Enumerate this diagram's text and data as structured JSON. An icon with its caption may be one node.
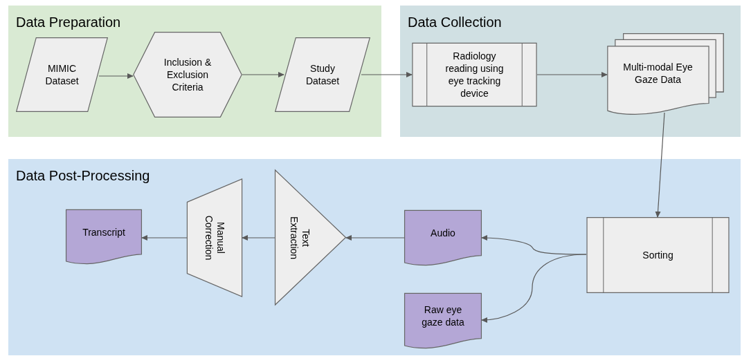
{
  "diagram": {
    "nodes": [
      {
        "text": [
          "Data Preparation"
        ]
      },
      {
        "text": [
          "MIMIC Dataset"
        ],
        "in": 0
      },
      {
        "text": [
          "Inclusion & Exclusion Criteria"
        ],
        "in": 0
      },
      {
        "text": [
          "Study Dataset"
        ],
        "in": 0
      },
      {
        "text": [
          "Data Collection"
        ]
      },
      {
        "text": [
          "Radiology reading using eye tracking device"
        ],
        "in": 4
      },
      {
        "text": [
          "Multi-modal Eye Gaze Data"
        ],
        "in": 4
      },
      {
        "text": [
          "Data Post-Processing"
        ]
      },
      {
        "text": [
          "Transcript"
        ],
        "in": 7
      },
      {
        "text": [
          "Manual Correction"
        ],
        "in": 7
      },
      {
        "text": [
          "Text Extraction"
        ],
        "in": 7
      },
      {
        "text": [
          "Audio"
        ],
        "in": 7
      },
      {
        "text": [
          "Sorting"
        ],
        "in": 7
      },
      {
        "text": [
          "Raw eye gaze data"
        ],
        "in": 7
      }
    ],
    "edges": [
      {
        "from": 1,
        "to": 2,
        "arrow": "to"
      },
      {
        "from": 2,
        "to": 3,
        "arrow": "to"
      },
      {
        "from": 3,
        "to": 5,
        "arrow": "to"
      },
      {
        "from": 5,
        "to": 6,
        "arrow": "to"
      },
      {
        "from": 6,
        "to": 12,
        "arrow": "to"
      },
      {
        "from": 12,
        "to": 11,
        "arrow": "to"
      },
      {
        "from": 12,
        "to": 13,
        "arrow": "to"
      },
      {
        "from": 11,
        "to": 10,
        "arrow": "to"
      },
      {
        "from": 10,
        "to": 9,
        "arrow": "to"
      },
      {
        "from": 9,
        "to": 8,
        "arrow": "to"
      }
    ]
  }
}
